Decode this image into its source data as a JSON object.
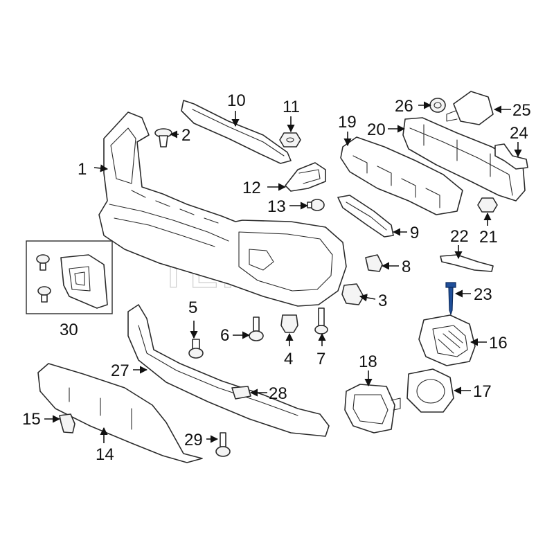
{
  "watermark": "TEKKA",
  "accent_color": "#1f4f9a",
  "callouts": [
    {
      "id": "p1",
      "number": "1"
    },
    {
      "id": "p2",
      "number": "2"
    },
    {
      "id": "p3",
      "number": "3"
    },
    {
      "id": "p4",
      "number": "4"
    },
    {
      "id": "p5",
      "number": "5"
    },
    {
      "id": "p6",
      "number": "6"
    },
    {
      "id": "p7",
      "number": "7"
    },
    {
      "id": "p8",
      "number": "8"
    },
    {
      "id": "p9",
      "number": "9"
    },
    {
      "id": "p10",
      "number": "10"
    },
    {
      "id": "p11",
      "number": "11"
    },
    {
      "id": "p12",
      "number": "12"
    },
    {
      "id": "p13",
      "number": "13"
    },
    {
      "id": "p14",
      "number": "14"
    },
    {
      "id": "p15",
      "number": "15"
    },
    {
      "id": "p16",
      "number": "16"
    },
    {
      "id": "p17",
      "number": "17"
    },
    {
      "id": "p18",
      "number": "18"
    },
    {
      "id": "p19",
      "number": "19"
    },
    {
      "id": "p20",
      "number": "20"
    },
    {
      "id": "p21",
      "number": "21"
    },
    {
      "id": "p22",
      "number": "22"
    },
    {
      "id": "p23",
      "number": "23"
    },
    {
      "id": "p24",
      "number": "24"
    },
    {
      "id": "p25",
      "number": "25"
    },
    {
      "id": "p26",
      "number": "26"
    },
    {
      "id": "p27",
      "number": "27"
    },
    {
      "id": "p28",
      "number": "28"
    },
    {
      "id": "p29",
      "number": "29"
    },
    {
      "id": "p30",
      "number": "30"
    }
  ]
}
